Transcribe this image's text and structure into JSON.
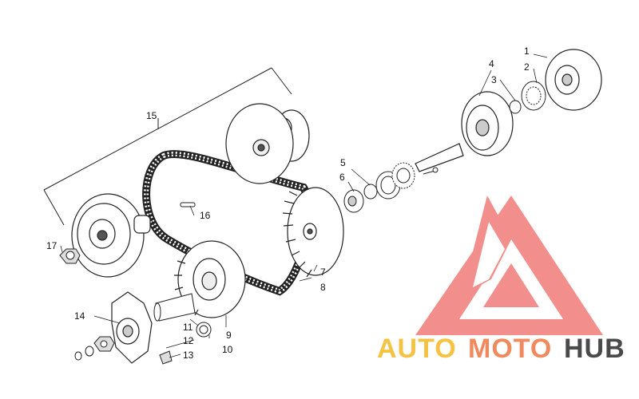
{
  "diagram": {
    "callouts": [
      "1",
      "2",
      "3",
      "4",
      "5",
      "6",
      "7",
      "8",
      "9",
      "10",
      "11",
      "12",
      "13",
      "14",
      "15",
      "16",
      "17"
    ]
  },
  "watermark": {
    "brand_part1": "AUTO",
    "brand_part2": "MOTO",
    "brand_part3": "HUB",
    "colors": {
      "triangle": "#f07c78",
      "part1": "#f5c242",
      "part2": "#f08a5e",
      "part3": "#4a4a4a"
    }
  }
}
